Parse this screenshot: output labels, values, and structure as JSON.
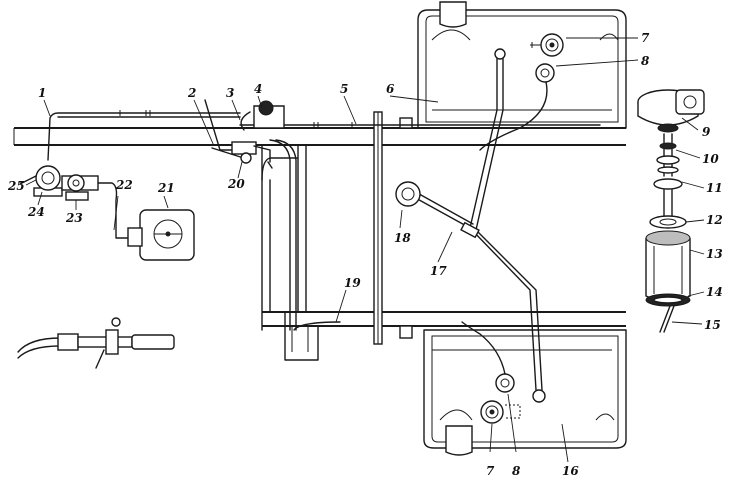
{
  "callouts": {
    "c1": "1",
    "c2": "2",
    "c3": "3",
    "c4": "4",
    "c5": "5",
    "c6": "6",
    "c7a": "7",
    "c8a": "8",
    "c9": "9",
    "c10": "10",
    "c11": "11",
    "c12": "12",
    "c13": "13",
    "c14": "14",
    "c15": "15",
    "c16": "16",
    "c17": "17",
    "c18": "18",
    "c19": "19",
    "c20": "20",
    "c21": "21",
    "c22": "22",
    "c23": "23",
    "c24": "24",
    "c25": "25",
    "c7b": "7",
    "c8b": "8"
  }
}
